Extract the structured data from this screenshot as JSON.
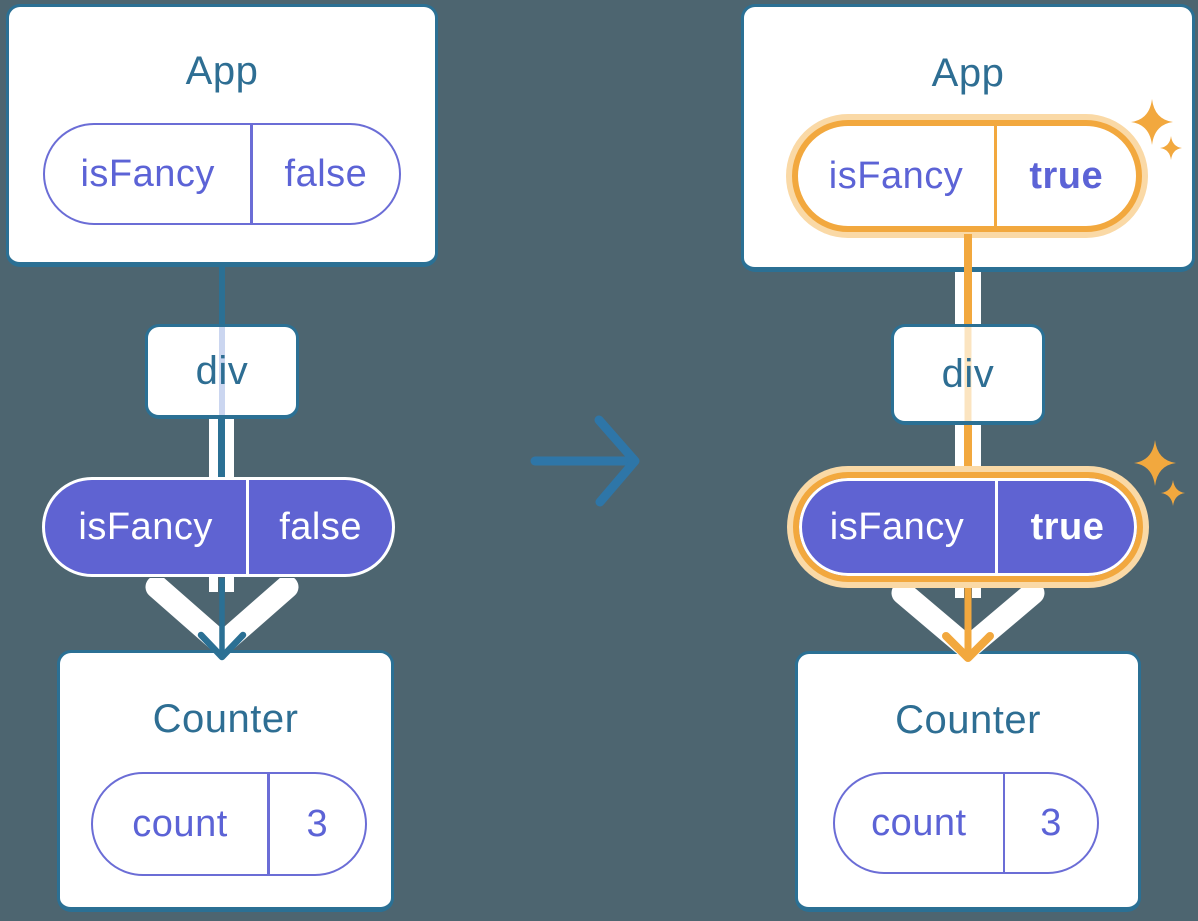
{
  "before": {
    "app": {
      "title": "App",
      "state_pill": {
        "key": "isFancy",
        "value": "false"
      }
    },
    "div_node": {
      "label": "div"
    },
    "prop_pill": {
      "key": "isFancy",
      "value": "false"
    },
    "counter": {
      "title": "Counter",
      "state_pill": {
        "key": "count",
        "value": "3"
      }
    }
  },
  "after": {
    "app": {
      "title": "App",
      "state_pill": {
        "key": "isFancy",
        "value": "true"
      }
    },
    "div_node": {
      "label": "div"
    },
    "prop_pill": {
      "key": "isFancy",
      "value": "true"
    },
    "counter": {
      "title": "Counter",
      "state_pill": {
        "key": "count",
        "value": "3"
      }
    }
  },
  "icons": {
    "transition_arrow": "right-arrow-icon",
    "pass_down_arrow": "down-arrow-icon",
    "highlight": "sparkle-icon"
  },
  "colors": {
    "background": "#4D6570",
    "tree_line_blue": "#2B7094",
    "title_blue": "#2E6E93",
    "transition_arrow_blue": "#2E76A8",
    "state_purple": "#5F63D2",
    "purple_text": "#5C63D6",
    "highlight_orange": "#F2A83E",
    "highlight_orange_light": "#FAD9A6",
    "pass_through_blue": "#CBD6F0",
    "pass_through_orange": "#FBE4C0",
    "white": "#FFFFFF"
  }
}
